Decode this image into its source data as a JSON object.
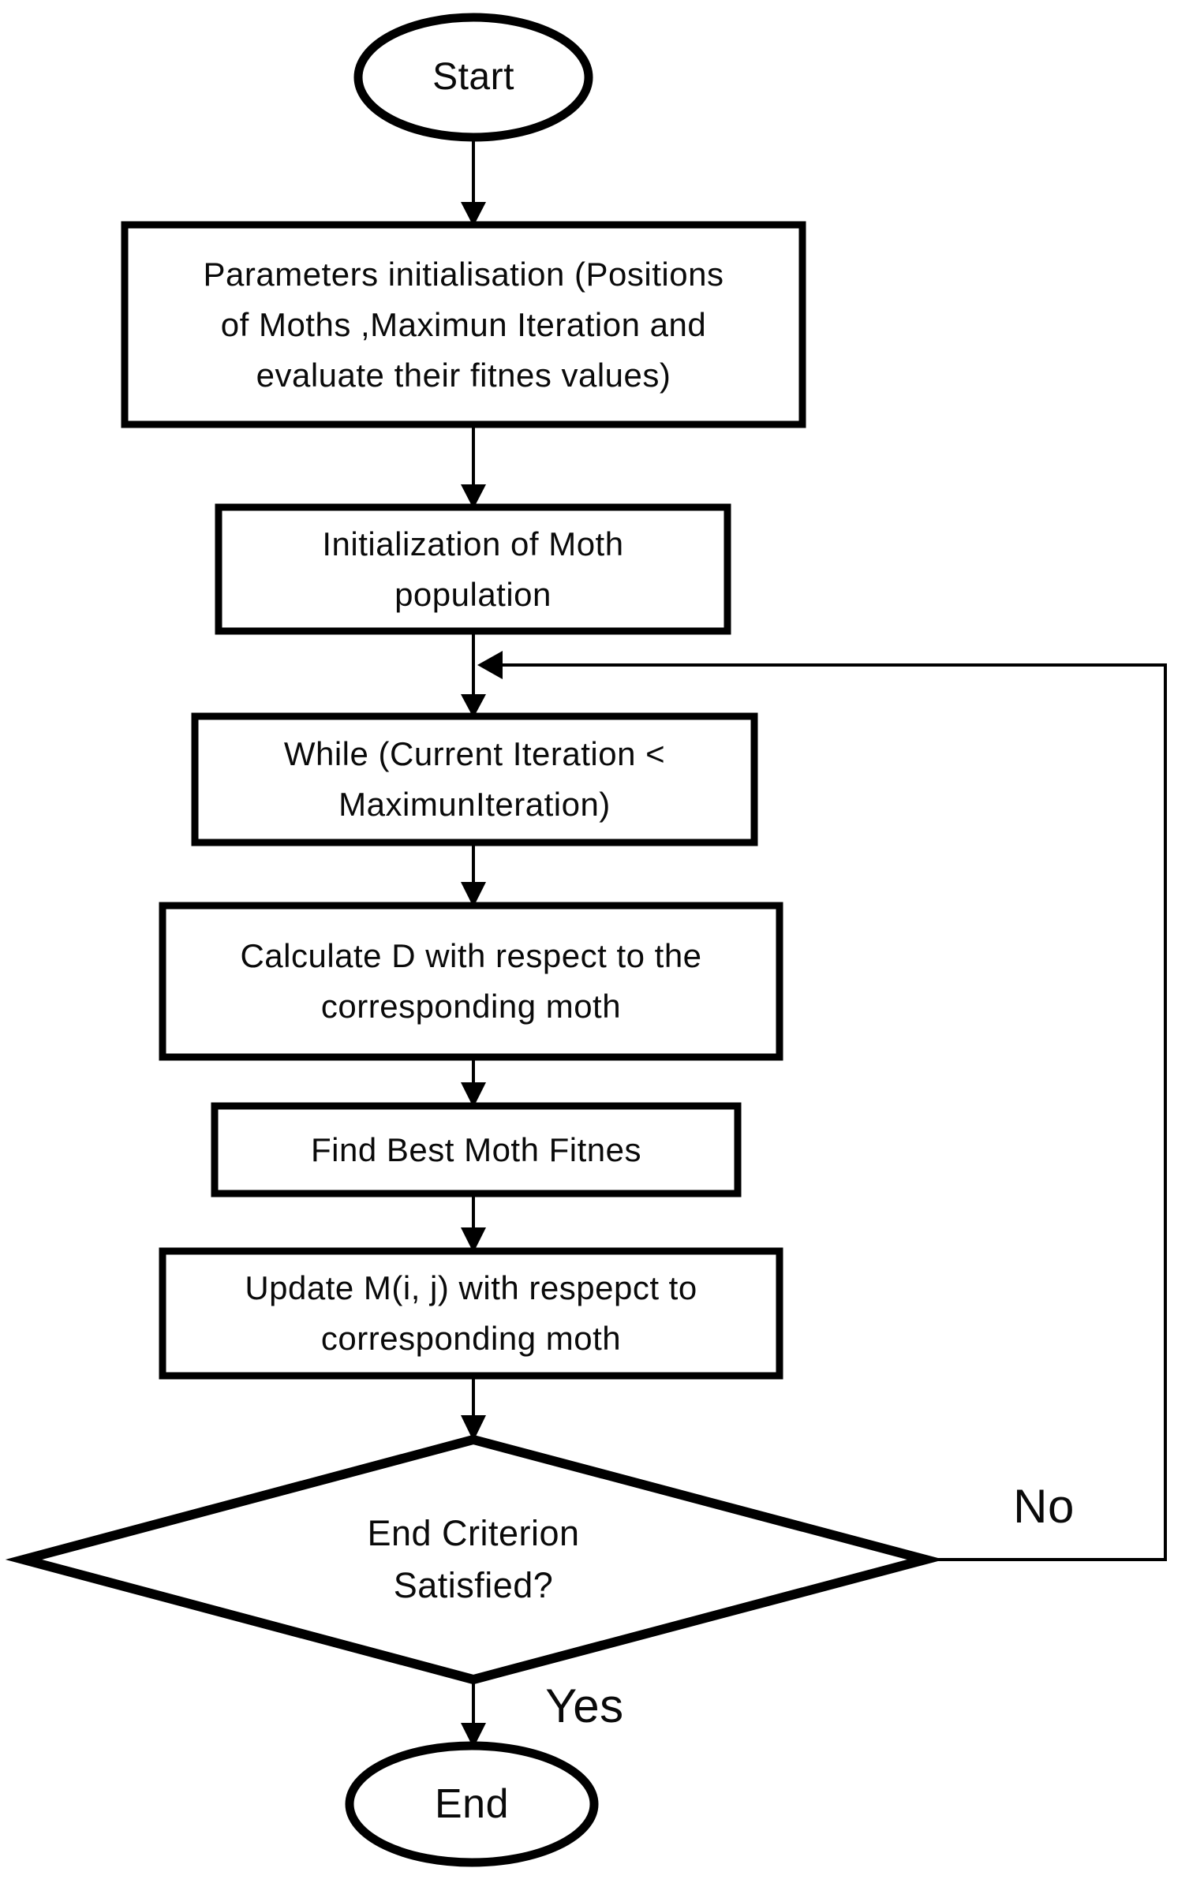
{
  "diagram": {
    "title_hint": "Moth Flame Optimization flowchart",
    "background": "#ffffff",
    "line_color": "#000000"
  },
  "nodes": {
    "start": {
      "type": "terminator",
      "label": "Start"
    },
    "params_init": {
      "type": "process",
      "label": "Parameters initialisation (Positions\nof Moths ,Maximun Iteration and\nevaluate their fitnes values)"
    },
    "moth_population_init": {
      "type": "process",
      "label": "Initialization of Moth\npopulation"
    },
    "while_loop": {
      "type": "process",
      "label": "While (Current Iteration <\nMaximunIteration)"
    },
    "calculate_d": {
      "type": "process",
      "label": "Calculate D with respect to the\ncorresponding moth"
    },
    "find_best_fitness": {
      "type": "process",
      "label": "Find Best Moth Fitnes"
    },
    "update_m": {
      "type": "process",
      "label": "Update M(i, j) with respepct to\ncorresponding moth"
    },
    "end_criterion": {
      "type": "decision",
      "label": "End Criterion\nSatisfied?"
    },
    "end": {
      "type": "terminator",
      "label": "End"
    }
  },
  "edges": {
    "no_label": "No",
    "yes_label": "Yes"
  }
}
